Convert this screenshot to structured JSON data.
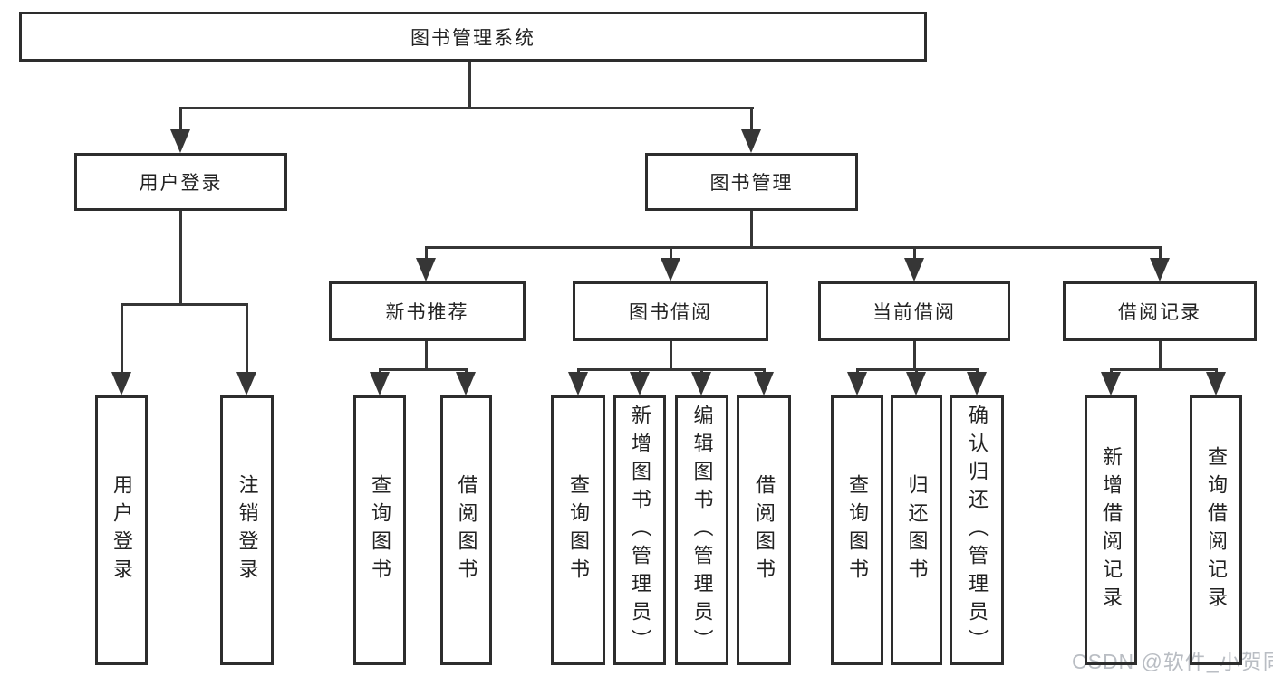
{
  "tree": {
    "root": {
      "label": "图书管理系统",
      "children": [
        {
          "label": "用户登录",
          "children": [
            {
              "label": "用户登录"
            },
            {
              "label": "注销登录"
            }
          ]
        },
        {
          "label": "图书管理",
          "children": [
            {
              "label": "新书推荐",
              "children": [
                {
                  "label": "查询图书"
                },
                {
                  "label": "借阅图书"
                }
              ]
            },
            {
              "label": "图书借阅",
              "children": [
                {
                  "label": "查询图书"
                },
                {
                  "label": "新增图书（管理员）"
                },
                {
                  "label": "编辑图书（管理员）"
                },
                {
                  "label": "借阅图书"
                }
              ]
            },
            {
              "label": "当前借阅",
              "children": [
                {
                  "label": "查询图书"
                },
                {
                  "label": "归还图书"
                },
                {
                  "label": "确认归还（管理员）"
                }
              ]
            },
            {
              "label": "借阅记录",
              "children": [
                {
                  "label": "新增借阅记录"
                },
                {
                  "label": "查询借阅记录"
                }
              ]
            }
          ]
        }
      ]
    }
  },
  "watermark": {
    "text": "CSDN @软件_小贺同学",
    "color": "#b9bdc3"
  },
  "colors": {
    "background": "#ffffff",
    "line": "#363636",
    "box_border": "#2d2d2d",
    "text": "#222222"
  }
}
